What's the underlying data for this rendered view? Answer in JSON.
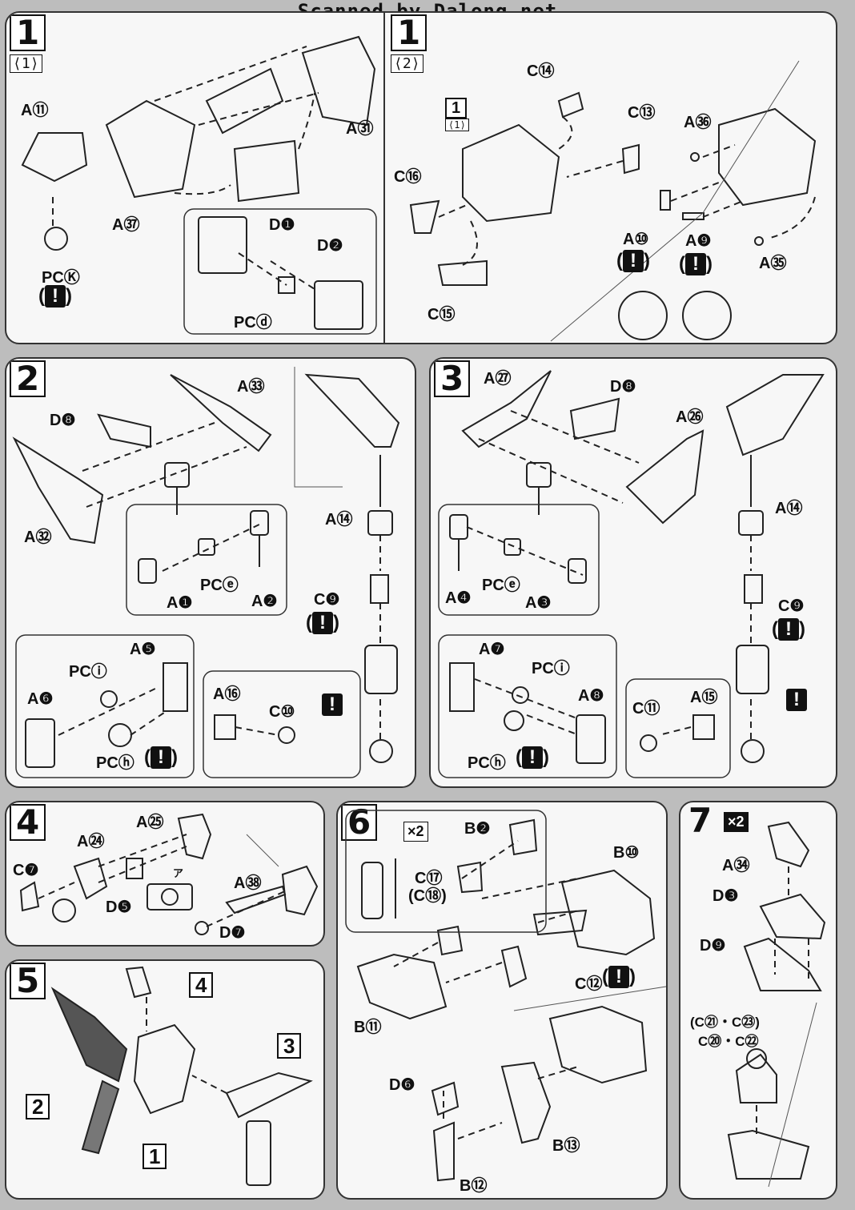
{
  "watermark": "Scanned by Dalong.net",
  "steps": {
    "s1": {
      "num": "1",
      "sub1": "⟨1⟩",
      "sub2": "⟨2⟩",
      "ref1": "1",
      "ref1sub": "⟨1⟩"
    },
    "s2": {
      "num": "2"
    },
    "s3": {
      "num": "3"
    },
    "s4": {
      "num": "4"
    },
    "s5": {
      "num": "5"
    },
    "s6": {
      "num": "6",
      "x2": "×2"
    },
    "s7": {
      "num": "7",
      "x2": "×2"
    }
  },
  "warning": "!",
  "labels": {
    "p1": {
      "a11": "A⑪",
      "pck": "PCⓀ",
      "a37": "A㊲",
      "a31": "A㉛",
      "d1": "D❶",
      "d2": "D❷",
      "pcd": "PCⓓ"
    },
    "p1b": {
      "c14": "C⑭",
      "c13": "C⑬",
      "a36": "A㊱",
      "c16": "C⑯",
      "c15": "C⑮",
      "a10": "A⑩",
      "a9": "A❾",
      "a35": "A㉟"
    },
    "p2": {
      "a33": "A㉝",
      "d8": "D❽",
      "a32": "A㉜",
      "a14": "A⑭",
      "pce": "PCⓔ",
      "a1": "A❶",
      "a2": "A❷",
      "c9": "C❾",
      "a5": "A❺",
      "pci": "PCⓘ",
      "a6": "A❻",
      "pch": "PCⓗ",
      "a16": "A⑯",
      "c10": "C⑩"
    },
    "p3": {
      "a27": "A㉗",
      "d8": "D❽",
      "a26": "A㉖",
      "a14": "A⑭",
      "a4": "A❹",
      "pce": "PCⓔ",
      "a3": "A❸",
      "c9": "C❾",
      "a7": "A❼",
      "pci": "PCⓘ",
      "a8": "A❽",
      "pch": "PCⓗ",
      "c11": "C⑪",
      "a15": "A⑮"
    },
    "p4": {
      "a25": "A㉕",
      "a24": "A㉔",
      "c7": "C❼",
      "d5": "D❺",
      "a38": "A㊳",
      "d7": "D❼",
      "a": "ア"
    },
    "p5": {
      "r4": "4",
      "r2": "2",
      "r3": "3",
      "r1": "1"
    },
    "p6": {
      "b2": "B❷",
      "b10": "B⑩",
      "c17": "C⑰",
      "c18": "(C⑱)",
      "c12": "C⑫",
      "b11": "B⑪",
      "d6": "D❻",
      "b13": "B⑬",
      "b12": "B⑫"
    },
    "p7": {
      "a34": "A㉞",
      "d3": "D❸",
      "d9": "D❾",
      "c2123": "(C㉑・C㉓)",
      "c2022": "C⑳・C㉒"
    }
  }
}
